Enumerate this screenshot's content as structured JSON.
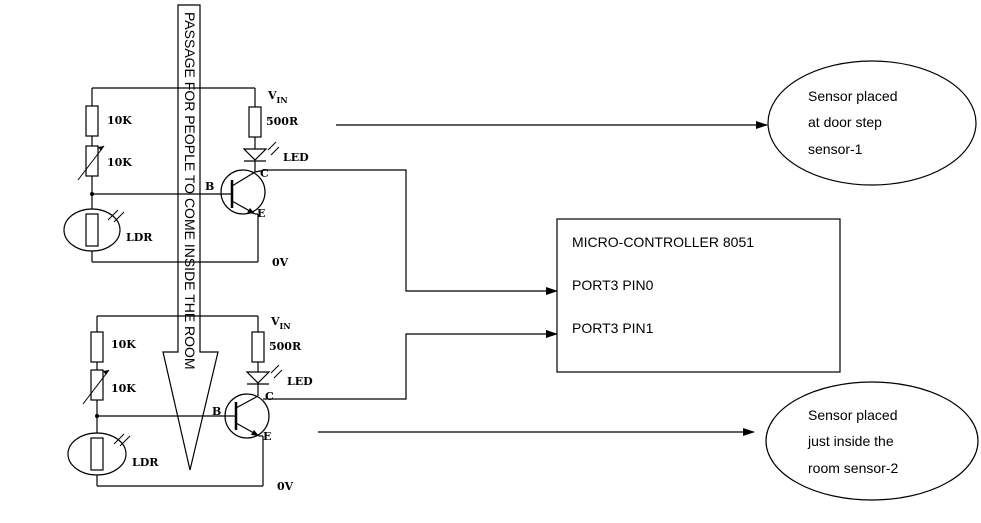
{
  "passage": {
    "text": "PASSAGE  FOR  PEOPLE TO COME INSIDE THE ROOM"
  },
  "circuits": [
    {
      "vin": "V",
      "vin_sub": "IN",
      "r_led": "500R",
      "led": "LED",
      "r1": "10K",
      "r2": "10K",
      "ldr": "LDR",
      "base": "B",
      "collector": "C",
      "emitter": "E",
      "ground": "0V"
    },
    {
      "vin": "V",
      "vin_sub": "IN",
      "r_led": "500R",
      "led": "LED",
      "r1": "10K",
      "r2": "10K",
      "ldr": "LDR",
      "base": "B",
      "collector": "C",
      "emitter": "E",
      "ground": "0V"
    }
  ],
  "microcontroller": {
    "title": "MICRO-CONTROLLER 8051",
    "pin0": "PORT3 PIN0",
    "pin1": "PORT3 PIN1"
  },
  "sensor1": {
    "lines": [
      "Sensor placed",
      "at door step",
      "sensor-1"
    ]
  },
  "sensor2": {
    "lines": [
      "Sensor placed",
      "just inside the",
      "room sensor-2"
    ]
  }
}
